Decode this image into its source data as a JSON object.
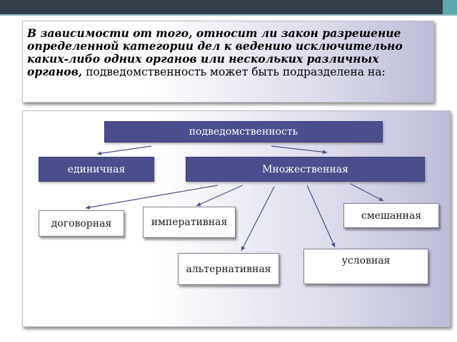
{
  "intro": {
    "bold_italic": "В зависимости от того, относит ли закон разрешение определенной категории дел к ведению исключительно каких-либо одних органов или нескольких различных органов,",
    "regular": " подведомственность может быть подразделена на:"
  },
  "diagram": {
    "root": "подведомственность",
    "level1": {
      "single": "единичная",
      "multiple": "Множественная"
    },
    "level2": {
      "contractual": "договорная",
      "imperative": "императивная",
      "alternative": "альтернативная",
      "conditional": "условная",
      "mixed": "смешанная"
    }
  }
}
